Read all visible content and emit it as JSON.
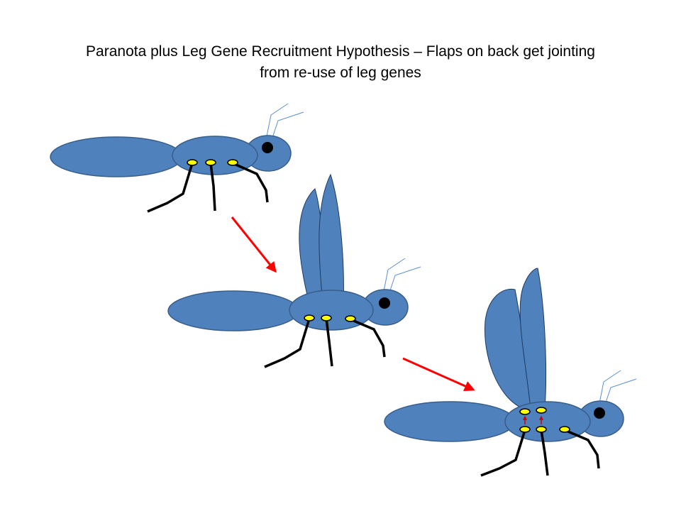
{
  "slide": {
    "title_line_1": "Paranota plus Leg Gene Recruitment Hypothesis – Flaps on back get jointing",
    "title_line_2": "from re-use of leg genes"
  },
  "colors": {
    "body_fill": "#4f81bd",
    "body_stroke": "#385d8a",
    "joint_fill": "#ffff00",
    "leg": "#000000",
    "antenna": "#5b8fd0",
    "progression_arrow": "#ff0000",
    "eye": "#000000"
  },
  "stages": [
    {
      "name": "stage-1-paranota-insect",
      "has_wings": false,
      "has_wing_joints": false
    },
    {
      "name": "stage-2-fixed-wing-insect",
      "has_wings": true,
      "has_wing_joints": false
    },
    {
      "name": "stage-3-jointed-wing-insect",
      "has_wings": true,
      "has_wing_joints": true
    }
  ]
}
